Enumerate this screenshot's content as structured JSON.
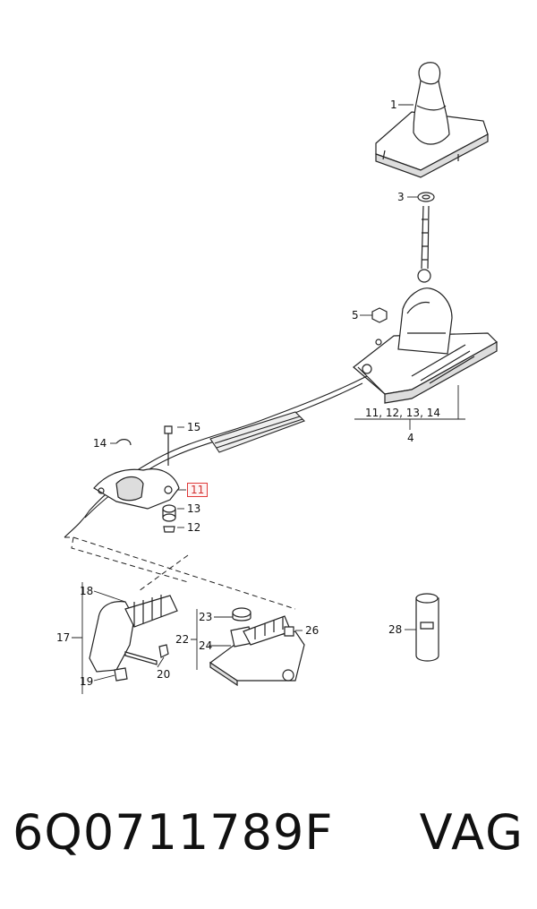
{
  "callouts": {
    "c1": "1",
    "c3": "3",
    "c5": "5",
    "c4_list": "11, 12, 13, 14",
    "c4": "4",
    "c15": "15",
    "c14": "14",
    "c11": "11",
    "c13": "13",
    "c12": "12",
    "c18": "18",
    "c17": "17",
    "c19": "19",
    "c20": "20",
    "c23": "23",
    "c22": "22",
    "c24": "24",
    "c26": "26",
    "c28": "28"
  },
  "footer": {
    "part_number": "6Q0711789F",
    "brand": "VAG"
  },
  "colors": {
    "line": "#222222",
    "highlight": "#e03a3a",
    "fill": "#ffffff",
    "shade": "#cfcfcf"
  }
}
